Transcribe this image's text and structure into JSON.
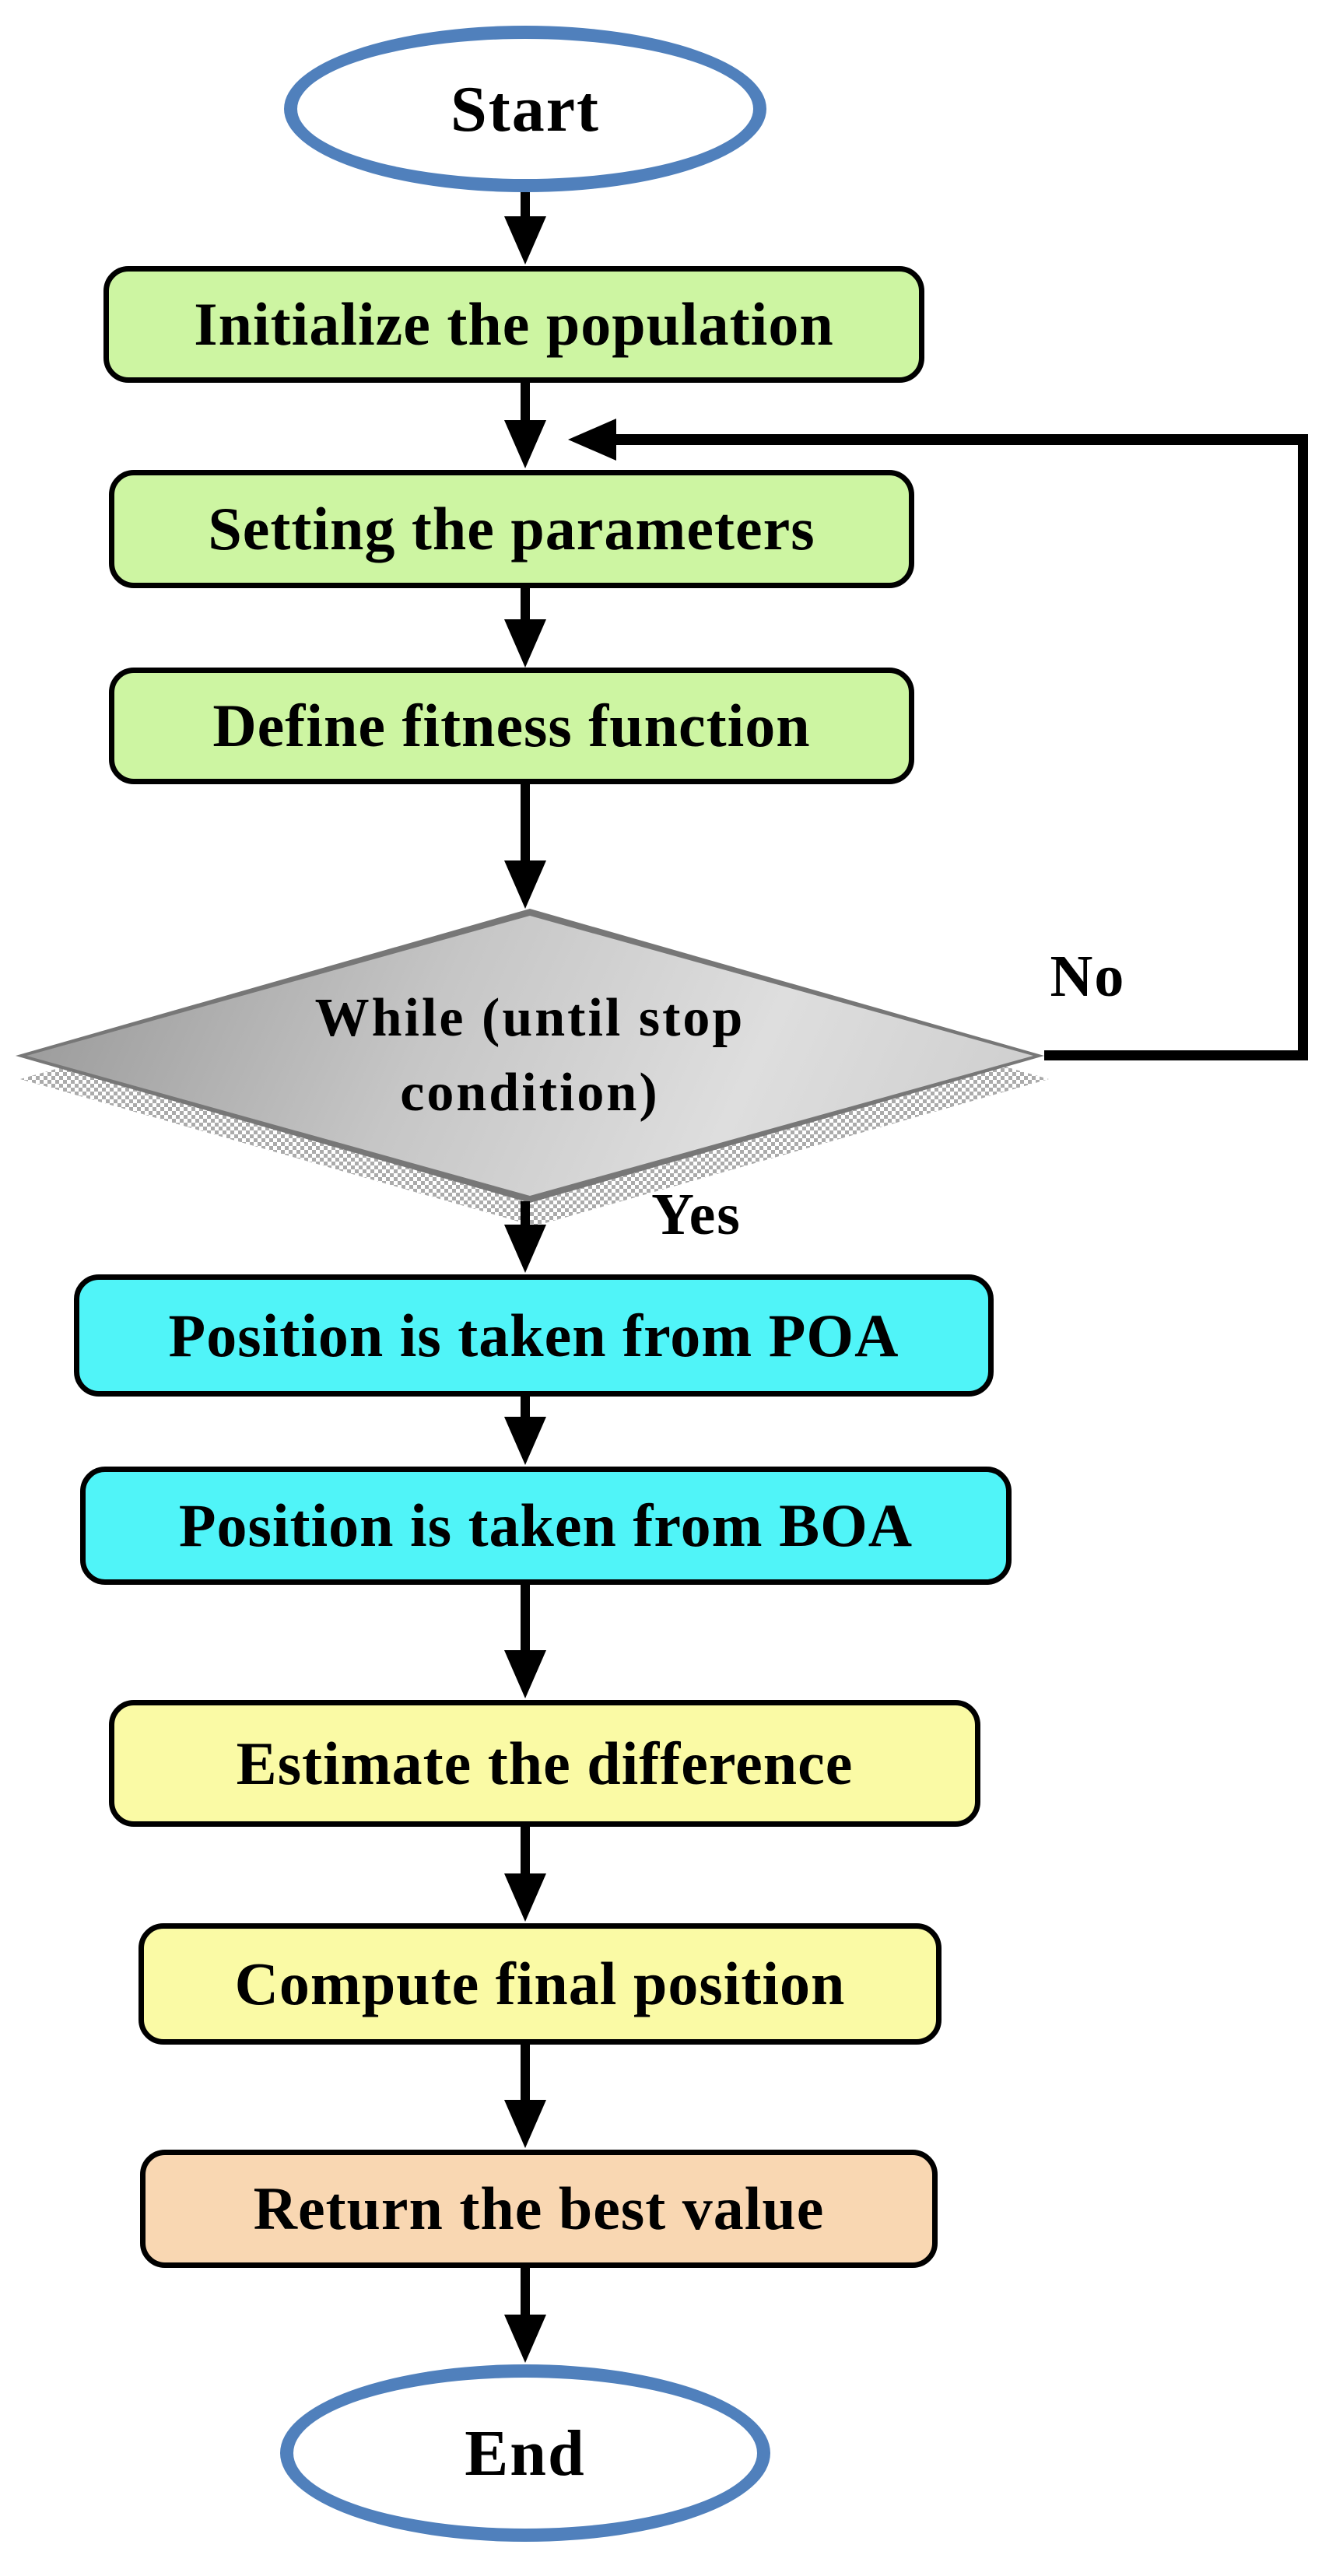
{
  "flowchart": {
    "nodes": [
      {
        "id": "start",
        "type": "terminator",
        "label": "Start",
        "fill": "#ffffff",
        "border": "#5080bc"
      },
      {
        "id": "initialize",
        "type": "process",
        "label": "Initialize the population",
        "fill": "#cdf5a2",
        "border": "#000000"
      },
      {
        "id": "setting",
        "type": "process",
        "label": "Setting the parameters",
        "fill": "#cdf5a2",
        "border": "#000000"
      },
      {
        "id": "fitness",
        "type": "process",
        "label": "Define fitness function",
        "fill": "#cdf5a2",
        "border": "#000000"
      },
      {
        "id": "while",
        "type": "decision",
        "label_lines": [
          "While (until stop",
          "condition)"
        ],
        "fill_dark": "#969696",
        "fill_light": "#dedede",
        "border": "#777777"
      },
      {
        "id": "poa",
        "type": "process",
        "label": "Position is taken from POA",
        "fill": "#50f4f8",
        "border": "#000000"
      },
      {
        "id": "boa",
        "type": "process",
        "label": "Position is taken from BOA",
        "fill": "#50f4f8",
        "border": "#000000"
      },
      {
        "id": "estimate",
        "type": "process",
        "label": "Estimate the difference",
        "fill": "#fafaa5",
        "border": "#000000"
      },
      {
        "id": "compute",
        "type": "process",
        "label": "Compute final position",
        "fill": "#fafaa5",
        "border": "#000000"
      },
      {
        "id": "return",
        "type": "process",
        "label": "Return the best value",
        "fill": "#f9d7b2",
        "border": "#000000"
      },
      {
        "id": "end",
        "type": "terminator",
        "label": "End",
        "fill": "#ffffff",
        "border": "#5080bc"
      }
    ],
    "edge_labels": {
      "no": "No",
      "yes": "Yes"
    },
    "colors": {
      "terminator_border_blue": "#5080bc",
      "process_green": "#cdf5a2",
      "process_cyan": "#50f4f8",
      "process_yellow": "#fafaa5",
      "process_orange": "#f9d7b2",
      "diamond_border_gray": "#777777",
      "diamond_gradient_dark": "#969696",
      "diamond_gradient_light": "#dedede",
      "arrow_black": "#000000"
    }
  }
}
